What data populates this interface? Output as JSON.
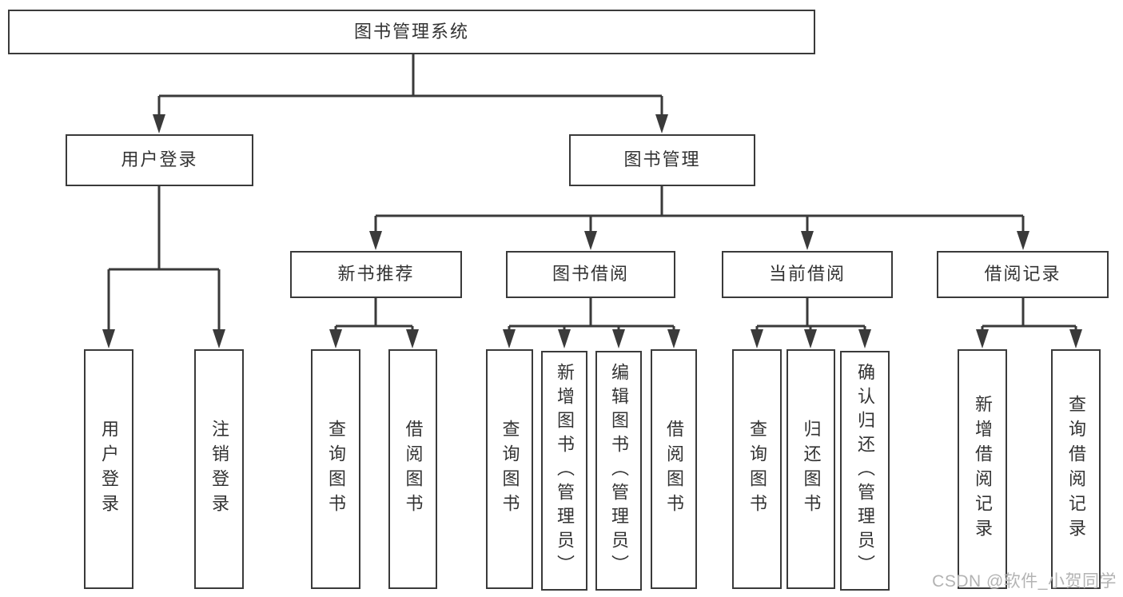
{
  "diagram": {
    "title_note": "functional structure tree",
    "root": {
      "label": "图书管理系统"
    },
    "level2": [
      {
        "label": "用户登录"
      },
      {
        "label": "图书管理"
      }
    ],
    "level3": [
      {
        "label": "新书推荐"
      },
      {
        "label": "图书借阅"
      },
      {
        "label": "当前借阅"
      },
      {
        "label": "借阅记录"
      }
    ],
    "leaves": {
      "user_login": [
        "用户登录",
        "注销登录"
      ],
      "new_book": [
        "查询图书",
        "借阅图书"
      ],
      "book_borrow": [
        "查询图书",
        "新增图书（管理员）",
        "编辑图书（管理员）",
        "借阅图书"
      ],
      "current_borrow": [
        "查询图书",
        "归还图书",
        "确认归还（管理员）"
      ],
      "borrow_record": [
        "新增借阅记录",
        "查询借阅记录"
      ]
    },
    "watermark": "CSDN @软件_小贺同学",
    "colors": {
      "line": "#3a3a3a",
      "text": "#333333",
      "watermark": "#b3b3b3",
      "background": "#ffffff"
    }
  }
}
